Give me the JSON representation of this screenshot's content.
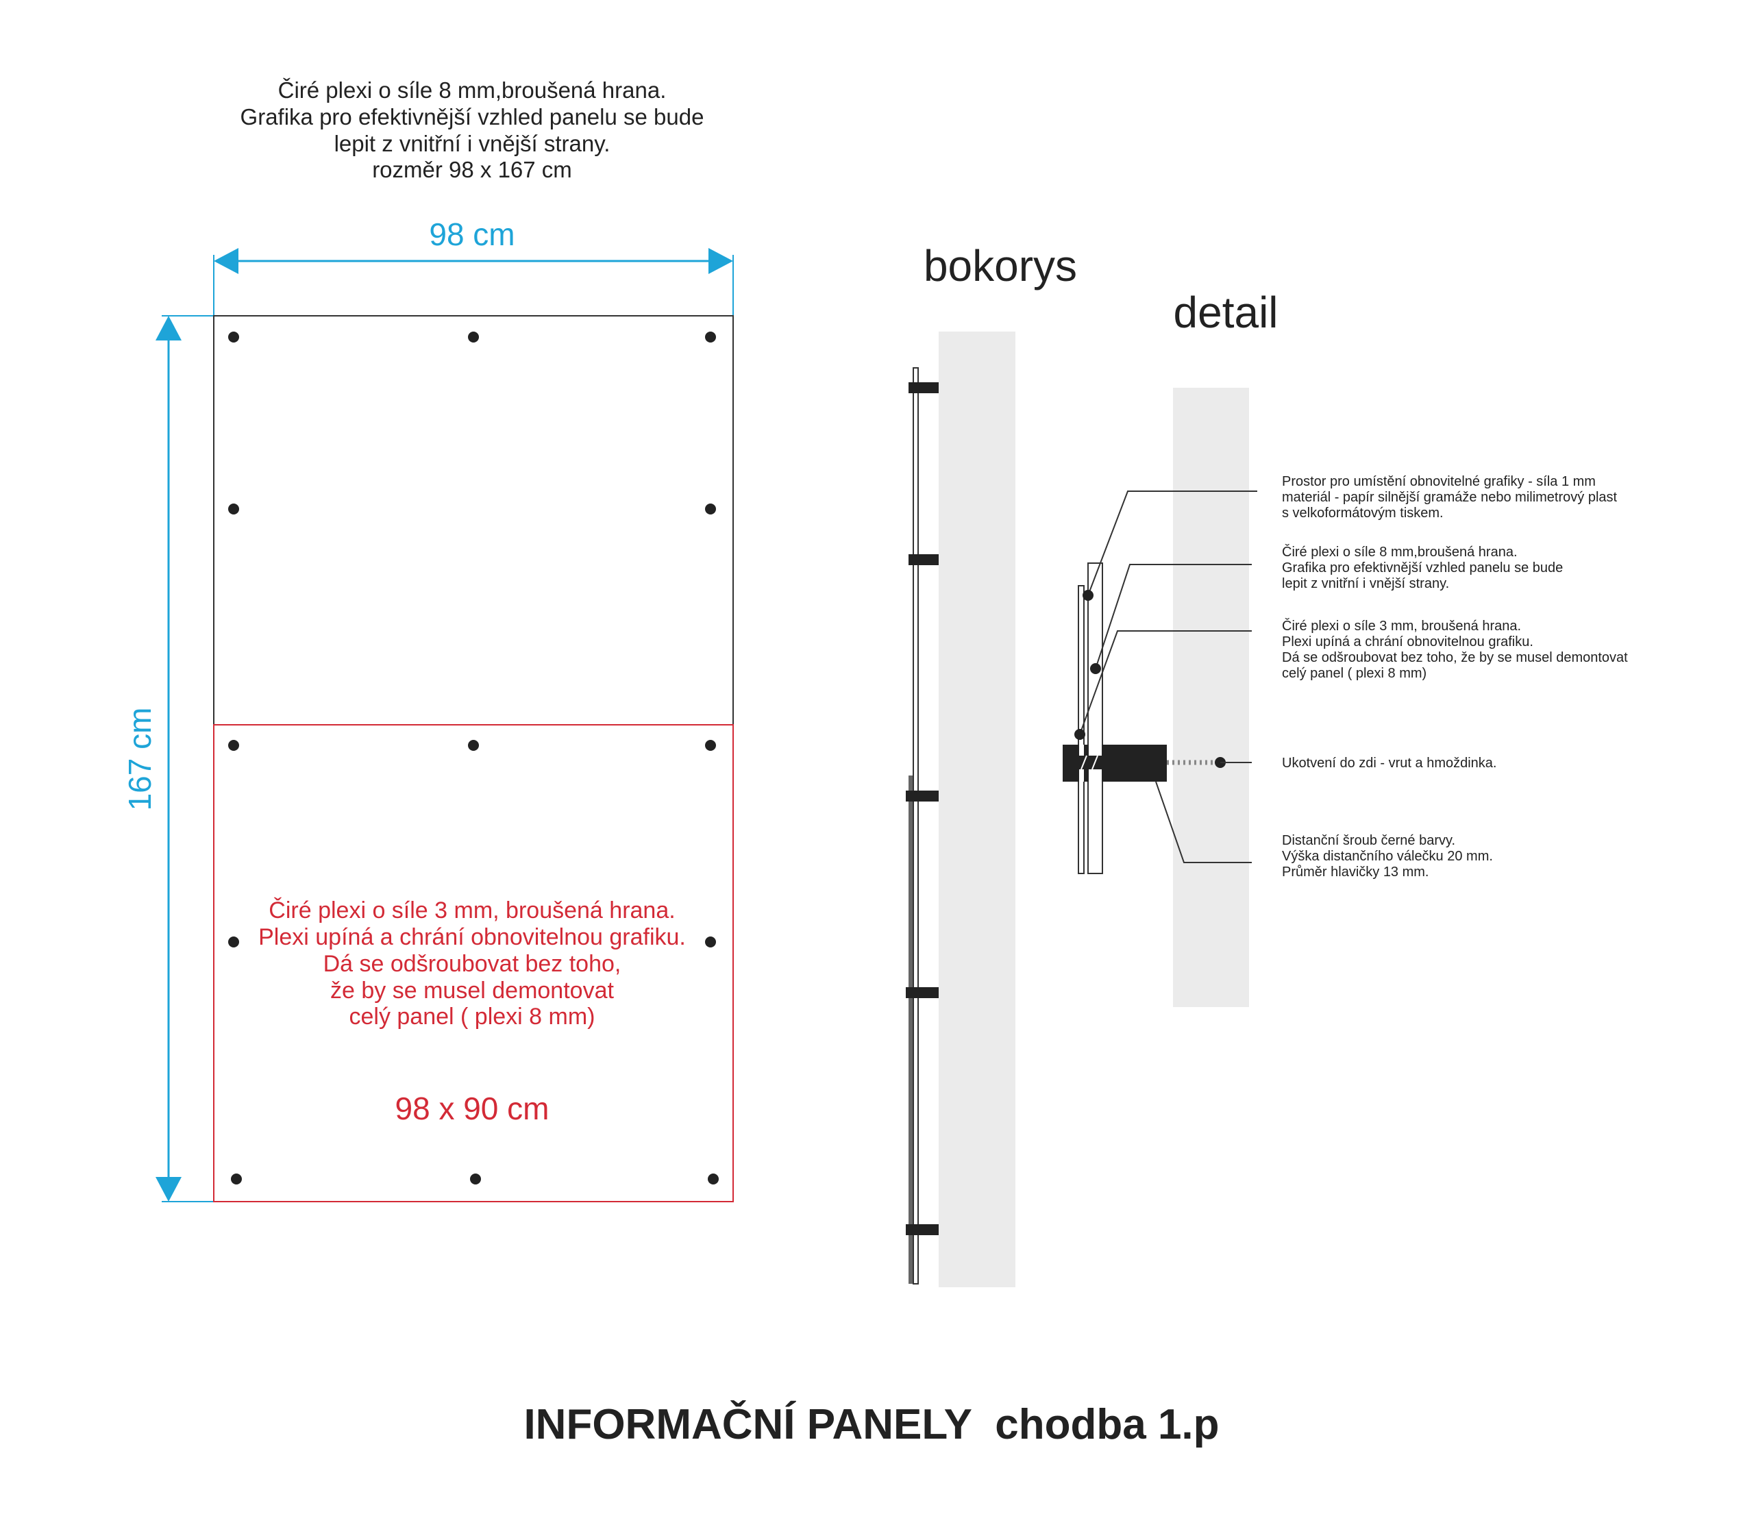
{
  "front_view": {
    "description_lines": [
      "Čiré plexi o síle 8 mm,broušená hrana.",
      "Grafika pro efektivnější vzhled panelu se bude",
      "lepit z vnitřní i vnější strany.",
      "rozměr 98 x 167 cm"
    ],
    "width_label": "98 cm",
    "height_label": "167 cm",
    "lower_panel_lines": [
      "Čiré plexi o síle 3 mm, broušená hrana.",
      "Plexi upíná a chrání obnovitelnou grafiku.",
      "Dá se odšroubovat bez toho,",
      "že by se musel demontovat",
      "celý panel ( plexi 8 mm)"
    ],
    "lower_panel_size": "98 x 90 cm"
  },
  "side_view": {
    "label": "bokorys"
  },
  "detail": {
    "label": "detail",
    "annotations": [
      {
        "lines": [
          "Prostor pro umístění obnovitelné grafiky - síla 1 mm",
          "materiál - papír  silnější gramáže nebo milimetrový plast",
          "s velkoformátovým tiskem."
        ]
      },
      {
        "lines": [
          "Čiré plexi o síle 8 mm,broušená hrana.",
          "Grafika pro efektivnější vzhled panelu se bude",
          "lepit z vnitřní i vnější strany."
        ]
      },
      {
        "lines": [
          "Čiré plexi o síle 3 mm, broušená hrana.",
          "Plexi upíná a chrání obnovitelnou grafiku.",
          "Dá se odšroubovat bez toho, že by se musel demontovat",
          "celý panel ( plexi 8 mm)"
        ]
      },
      {
        "lines": [
          "Ukotvení do zdi - vrut a hmoždinka."
        ]
      },
      {
        "lines": [
          "Distanční šroub černé barvy.",
          "Výška distančního válečku 20 mm.",
          "Průměr hlavičky 13 mm."
        ]
      }
    ]
  },
  "title": "INFORMAČNÍ PANELY  chodba 1.p",
  "colors": {
    "dimension": "#1ea4d8",
    "lower_panel": "#d32a36",
    "wall": "#ebebeb",
    "ink": "#222222"
  }
}
